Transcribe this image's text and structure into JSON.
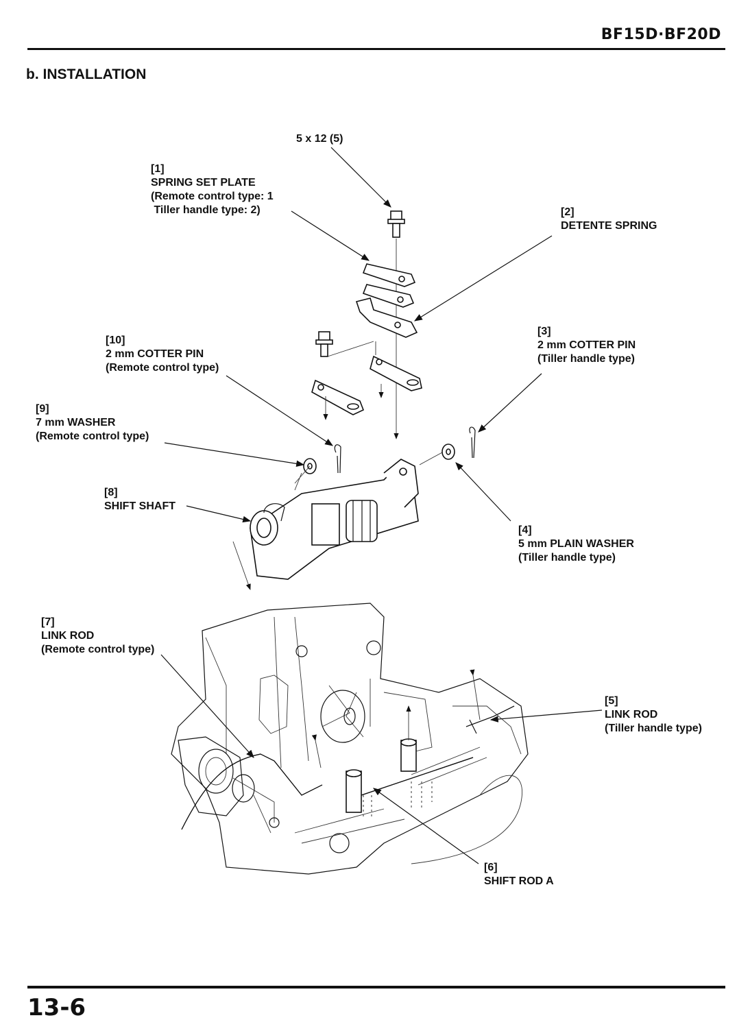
{
  "header": {
    "model": "BF15D·BF20D"
  },
  "section": {
    "title": "b. INSTALLATION"
  },
  "bolt_spec": "5 x 12 (5)",
  "callouts": [
    {
      "num": "[1]",
      "lines": [
        "SPRING SET PLATE",
        "(Remote control type: 1",
        " Tiller handle type: 2)"
      ]
    },
    {
      "num": "[2]",
      "lines": [
        "DETENTE SPRING"
      ]
    },
    {
      "num": "[3]",
      "lines": [
        "2 mm COTTER PIN",
        "(Tiller handle type)"
      ]
    },
    {
      "num": "[4]",
      "lines": [
        "5 mm PLAIN WASHER",
        "(Tiller handle type)"
      ]
    },
    {
      "num": "[5]",
      "lines": [
        "LINK ROD",
        "(Tiller handle type)"
      ]
    },
    {
      "num": "[6]",
      "lines": [
        "SHIFT ROD A"
      ]
    },
    {
      "num": "[7]",
      "lines": [
        "LINK ROD",
        "(Remote control type)"
      ]
    },
    {
      "num": "[8]",
      "lines": [
        "SHIFT SHAFT"
      ]
    },
    {
      "num": "[9]",
      "lines": [
        "7 mm WASHER",
        "(Remote control type)"
      ]
    },
    {
      "num": "[10]",
      "lines": [
        "2 mm COTTER PIN",
        "(Remote control type)"
      ]
    }
  ],
  "footer": {
    "page_number": "13-6"
  }
}
